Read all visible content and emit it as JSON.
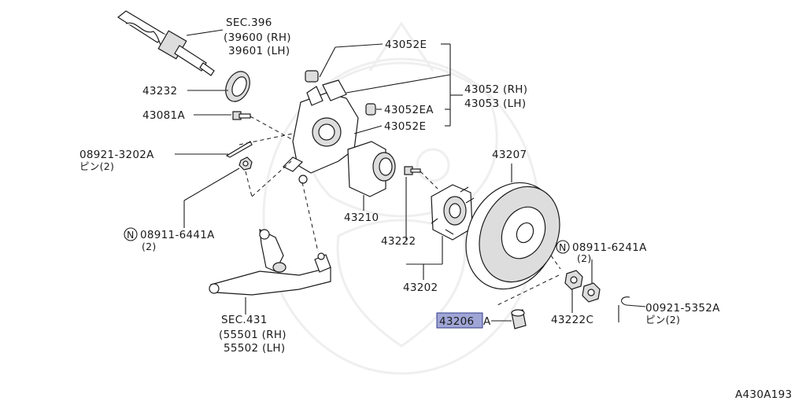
{
  "diagram_code": "A430A193",
  "labels": {
    "sec396": "SEC.396",
    "p39600": "(39600 (RH)",
    "p39601": "39601 (LH)",
    "p43052e_top": "43052E",
    "p43052_rh": "43052 (RH)",
    "p43053_lh": "43053 (LH)",
    "p43052ea": "43052EA",
    "p43052e_low": "43052E",
    "p43232": "43232",
    "p43081a": "43081A",
    "p08921": "08921-3202A",
    "pin2_a": "ピン(2)",
    "p08911_6441a": "08911-6441A",
    "qty2_a": "(2)",
    "p43210": "43210",
    "p43222": "43222",
    "p43202": "43202",
    "p43207": "43207",
    "p08911_6241a": "08911-6241A",
    "qty2_b": "(2)",
    "p43206": "43206",
    "p43206_suffix": "A",
    "p43222c": "43222C",
    "p00921": "00921-5352A",
    "pin2_b": "ピン(2)",
    "sec431": "SEC.431",
    "p55501": "(55501 (RH)",
    "p55502": "55502 (LH)",
    "n_mark": "N"
  },
  "highlight": {
    "part_number": "43206",
    "color": "#9fa6d6"
  }
}
